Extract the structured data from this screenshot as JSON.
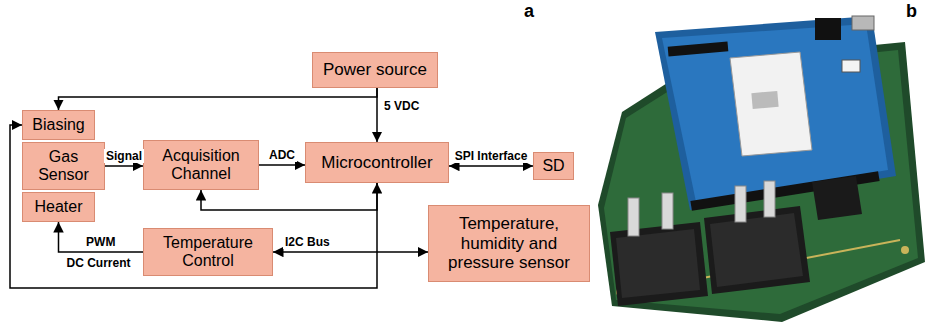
{
  "diagram": {
    "nodes": [
      {
        "text": [
          "Power source"
        ]
      },
      {
        "text": [
          "Biasing"
        ]
      },
      {
        "text": [
          "Gas Sensor"
        ]
      },
      {
        "text": [
          "Heater"
        ]
      },
      {
        "text": [
          "Acquisition Channel"
        ]
      },
      {
        "text": [
          "Microcontroller"
        ]
      },
      {
        "text": [
          "SD"
        ]
      },
      {
        "text": [
          "Temperature Control"
        ]
      },
      {
        "text": [
          "Temperature, humidity and pressure sensor"
        ]
      }
    ],
    "edges": [
      {
        "from": 0,
        "to": 5,
        "label": "5 VDC",
        "arrow": "to"
      },
      {
        "from": 0,
        "to": 1,
        "arrow": "to"
      },
      {
        "from": 2,
        "to": 4,
        "label": "Signal",
        "arrow": "to"
      },
      {
        "from": 4,
        "to": 5,
        "label": "ADC",
        "arrow": "to"
      },
      {
        "from": 5,
        "to": 6,
        "label": "SPI Interface",
        "arrow": "both"
      },
      {
        "from": 5,
        "to": 4,
        "arrow": "to"
      },
      {
        "from": 5,
        "to": 1,
        "arrow": "both"
      },
      {
        "from": 7,
        "to": 3,
        "label": "PWM",
        "arrow": "to"
      },
      {
        "from": 7,
        "to": 8,
        "label": "I2C Bus",
        "arrow": "both"
      }
    ],
    "labels": [
      "a",
      "b",
      "DC Current"
    ]
  }
}
